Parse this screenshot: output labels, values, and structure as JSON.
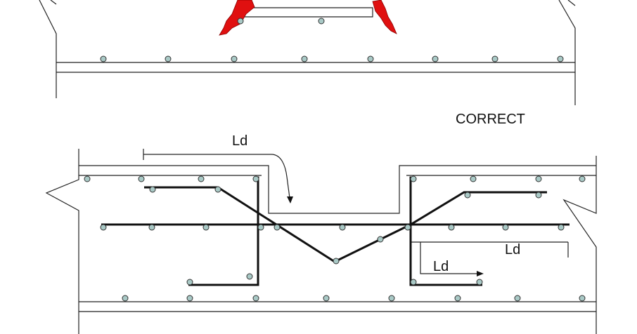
{
  "labels": {
    "status": "CORRECT",
    "ld_top": "Ld",
    "ld_right_upper": "Ld",
    "ld_right_lower": "Ld"
  },
  "colors": {
    "crack": "#e01010",
    "rebar": "#111111",
    "outline": "#222222",
    "bar_section_fill": "#a9c9c6"
  }
}
